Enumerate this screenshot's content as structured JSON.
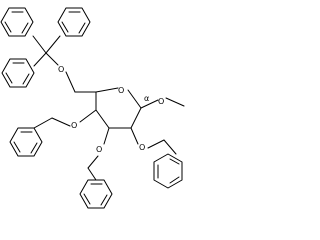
{
  "molecule": {
    "atom_labels": {
      "trityl_oxygen": "O",
      "anomeric_oxygen": "O",
      "anomeric_methyl_line": "—",
      "ring_oxygen": "O",
      "benzyloxy_c4": "O",
      "benzyloxy_c2": "O",
      "benzyloxy_c3": "O"
    },
    "stereo_labels": {
      "c1": "α"
    },
    "colors": {
      "ink": "#000000",
      "background": "#ffffff"
    }
  }
}
